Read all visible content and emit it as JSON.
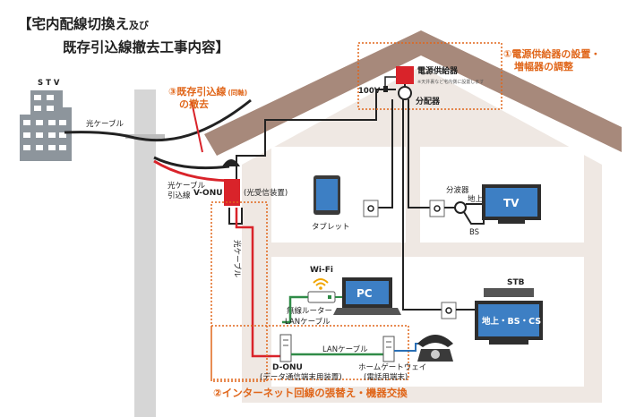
{
  "title": {
    "line1_main": "【宅内配線切換え",
    "line1_small": "及び",
    "line2": "既存引込線撤去工事内容】"
  },
  "callouts": {
    "c1_line1": "①電源供給器の設置・",
    "c1_line2": "増幅器の調整",
    "c2": "②インターネット回線の張替え・機器交換",
    "c3_line1": "③既存引込線",
    "c3_small": "(同軸)",
    "c3_line2": "の撤去"
  },
  "labels": {
    "stv": "S T V",
    "fiber_cable": "光ケーブル",
    "fiber_dropin_1": "光ケーブル",
    "fiber_dropin_2": "引込線",
    "vonu": "V-ONU",
    "vonu_desc": "(光受信装置)",
    "fiber_vertical": "光ケーブル",
    "power_supply": "電源供給器",
    "power_supply_note": "※天井裏など宅内側に設置します",
    "volt": "100V",
    "distributor": "分配器",
    "splitter": "分波器",
    "ground": "地上",
    "bs": "BS",
    "tv": "TV",
    "tablet": "タブレット",
    "wifi": "Wi-Fi",
    "pc": "PC",
    "router": "無線ルーター",
    "lan_cable_1": "LANケーブル",
    "lan_cable_2": "LANケーブル",
    "donu": "D-ONU",
    "donu_desc": "(データ通信端末用装置)",
    "hgw": "ホームゲートウェイ",
    "hgw_desc": "(電話用端末)",
    "stb": "STB",
    "stb_screen": "地上・BS・CS"
  },
  "colors": {
    "roof": "#a7897b",
    "wall": "#efe8e3",
    "room": "#ffffff",
    "pole": "#d6d6d6",
    "building": "#8d959c",
    "orange": "#e0661a",
    "red": "#d9232a",
    "green": "#2f8b47",
    "blue": "#2a6fb5",
    "dark": "#222222"
  }
}
